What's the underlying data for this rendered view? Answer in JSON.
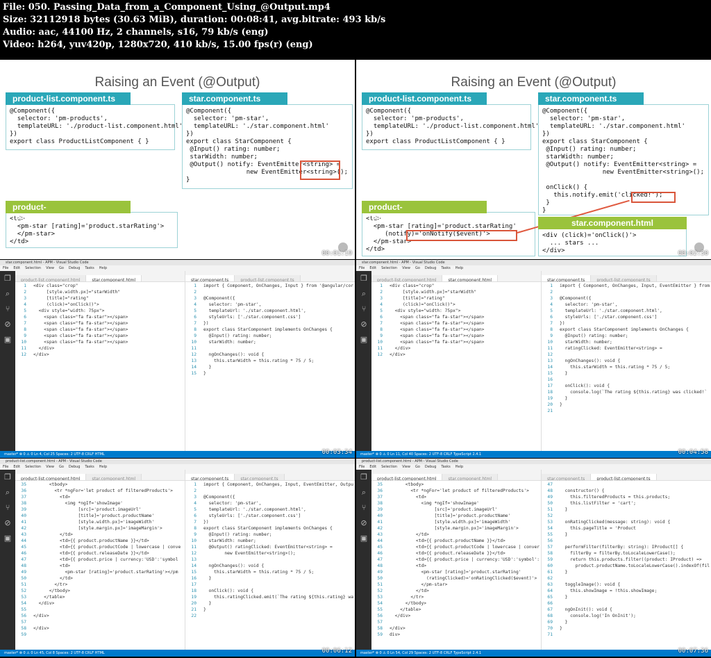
{
  "header": {
    "file": "File: 050. Passing_Data_from_a_Component_Using_@Output.mp4",
    "size": "Size: 32112918 bytes (30.63 MiB), duration: 00:08:41, avg.bitrate: 493 kb/s",
    "audio": "Audio: aac, 44100 Hz, 2 channels, s16, 79 kb/s (eng)",
    "video": "Video: h264, yuv420p, 1280x720, 410 kb/s, 15.00 fps(r) (eng)"
  },
  "timestamps": [
    "00:01:19",
    "00:02:30",
    "00:03:34",
    "00:04:58",
    "00:06:12",
    "00:07:36"
  ],
  "slides": {
    "title": "Raising an Event (@Output)",
    "label_product_list_ts": "product-list.component.ts",
    "label_star_ts": "star.component.ts",
    "label_product_list_html": "product-list.component.html",
    "label_star_html": "star.component.html",
    "product_list_ts_code": "@Component({\n  selector: 'pm-products',\n  templateURL: './product-list.component.html'\n})\nexport class ProductListComponent { }",
    "star_ts_code_1": "@Component({\n  selector: 'pm-star',\n  templateURL: './star.component.html'\n})\nexport class StarComponent {\n @Input() rating: number;\n starWidth: number;\n @Output() notify: EventEmitter<string> =\n                new EventEmitter<string>();\n}",
    "star_ts_code_2": "@Component({\n  selector: 'pm-star',\n  templateURL: './star.component.html'\n})\nexport class StarComponent {\n @Input() rating: number;\n starWidth: number;\n @Output() notify: EventEmitter<string> =\n                new EventEmitter<string>();\n\n onClick() {\n   this.notify.emit('clicked!');\n }\n}",
    "product_list_html_code_1": "<td>\n  <pm-star [rating]='product.starRating'>\n  </pm-star>\n</td>",
    "product_list_html_code_2": "<td>\n  <pm-star [rating]='product.starRating'\n     (notify)='onNotify($event)'>\n  </pm-star>\n</td>",
    "star_html_code": "<div (click)='onClick()'>\n  ... stars ...\n</div>"
  },
  "vscode": {
    "title_star": "star.component.html - APM - Visual Studio Code",
    "title_pl": "product-list.component.html - APM - Visual Studio Code",
    "menu": [
      "File",
      "Edit",
      "Selection",
      "View",
      "Go",
      "Debug",
      "Tasks",
      "Help"
    ],
    "tabs_left_1": [
      "product-list.component.html",
      "star.component.html"
    ],
    "tabs_right_1": [
      "star.component.ts",
      "product-list.component.ts"
    ],
    "tabs_left_3": [
      "product-list.component.html",
      "star.component.html"
    ],
    "tabs_right_3": [
      "star.component.ts",
      "star.component.ts",
      "product-list.component.ts"
    ],
    "status_1": "master*   ⊗ 0 ⚠ 0                                                                 Ln 4, Col 25   Spaces: 2   UTF-8   CRLF   HTML",
    "status_2": "master*   ⊗ 0 ⚠ 0                                                                 Ln 11, Col 40   Spaces: 2   UTF-8   CRLF   TypeScript  2.4.1",
    "status_3": "master*   ⊗ 0 ⚠ 0                                                                 Ln 45, Col 8   Spaces: 2   UTF-8   CRLF   HTML",
    "status_4": "master*   ⊗ 0 ⚠ 0                                                                 Ln 54, Col 29   Spaces: 2   UTF-8   CRLF   TypeScript  2.4.1",
    "star_html": [
      [
        "1",
        "<div class=\"crop\""
      ],
      [
        "2",
        "     [style.width.px]=\"starWidth\""
      ],
      [
        "3",
        "     [title]=\"rating\""
      ],
      [
        "4",
        "     (click)=\"onClick()\">"
      ],
      [
        "5",
        "  <div style=\"width: 75px\">"
      ],
      [
        "6",
        "    <span class=\"fa fa-star\"></span>"
      ],
      [
        "7",
        "    <span class=\"fa fa-star\"></span>"
      ],
      [
        "8",
        "    <span class=\"fa fa-star\"></span>"
      ],
      [
        "9",
        "    <span class=\"fa fa-star\"></span>"
      ],
      [
        "10",
        "    <span class=\"fa fa-star\"></span>"
      ],
      [
        "11",
        "  </div>"
      ],
      [
        "12",
        "</div>"
      ]
    ],
    "star_ts_1": [
      [
        "1",
        "import { Component, OnChanges, Input } from '@angular/cor"
      ],
      [
        "2",
        ""
      ],
      [
        "3",
        "@Component({"
      ],
      [
        "4",
        "  selector: 'pm-star',"
      ],
      [
        "5",
        "  templateUrl: './star.component.html',"
      ],
      [
        "6",
        "  styleUrls: ['./star.component.css']"
      ],
      [
        "7",
        "})"
      ],
      [
        "8",
        "export class StarComponent implements OnChanges {"
      ],
      [
        "9",
        "  @Input() rating: number;"
      ],
      [
        "10",
        "  starWidth: number;"
      ],
      [
        "11",
        ""
      ],
      [
        "12",
        "  ngOnChanges(): void {"
      ],
      [
        "13",
        "    this.starWidth = this.rating * 75 / 5;"
      ],
      [
        "14",
        "  }"
      ],
      [
        "15",
        "}"
      ]
    ],
    "star_ts_2": [
      [
        "1",
        "import { Component, OnChanges, Input, EventEmitter } from"
      ],
      [
        "2",
        ""
      ],
      [
        "3",
        "@Component({"
      ],
      [
        "4",
        "  selector: 'pm-star',"
      ],
      [
        "5",
        "  templateUrl: './star.component.html',"
      ],
      [
        "6",
        "  styleUrls: ['./star.component.css']"
      ],
      [
        "7",
        "})"
      ],
      [
        "8",
        "export class StarComponent implements OnChanges {"
      ],
      [
        "9",
        "  @Input() rating: number;"
      ],
      [
        "10",
        "  starWidth: number;"
      ],
      [
        "11",
        "  ratingClicked: EventEmitter<string> ="
      ],
      [
        "12",
        ""
      ],
      [
        "13",
        "  ngOnChanges(): void {"
      ],
      [
        "14",
        "    this.starWidth = this.rating * 75 / 5;"
      ],
      [
        "15",
        "  }"
      ],
      [
        "16",
        ""
      ],
      [
        "17",
        "  onClick(): void {"
      ],
      [
        "18",
        "    console.log(`The rating ${this.rating} was clicked!`"
      ],
      [
        "19",
        "  }"
      ],
      [
        "20",
        "}"
      ],
      [
        "21",
        ""
      ]
    ],
    "pl_html_1": [
      [
        "35",
        "      <tbody>"
      ],
      [
        "36",
        "        <tr *ngFor='let product of filteredProducts'>"
      ],
      [
        "37",
        "          <td>"
      ],
      [
        "38",
        "            <img *ngIf='showImage'"
      ],
      [
        "39",
        "                 [src]='product.imageUrl'"
      ],
      [
        "40",
        "                 [title]='product.productName'"
      ],
      [
        "41",
        "                 [style.width.px]='imageWidth'"
      ],
      [
        "42",
        "                 [style.margin.px]='imageMargin'>"
      ],
      [
        "43",
        "          </td>"
      ],
      [
        "44",
        "          <td>{{ product.productName }}</td>"
      ],
      [
        "45",
        "          <td>{{ product.productCode | lowercase | conve"
      ],
      [
        "46",
        "          <td>{{ product.releaseDate }}</td>"
      ],
      [
        "47",
        "          <td>{{ product.price | currency:'USD':'symbol"
      ],
      [
        "48",
        "          <td>"
      ],
      [
        "49",
        "            <pm-star [rating]='product.starRating'></pm"
      ],
      [
        "50",
        "          </td>"
      ],
      [
        "51",
        "        </tr>"
      ],
      [
        "52",
        "      </tbody>"
      ],
      [
        "53",
        "    </table>"
      ],
      [
        "54",
        "  </div>"
      ],
      [
        "55",
        ""
      ],
      [
        "56",
        "</div>"
      ],
      [
        "57",
        ""
      ],
      [
        "58",
        "</div>"
      ],
      [
        "59",
        ""
      ]
    ],
    "star_ts_3": [
      [
        "1",
        "import { Component, OnChanges, Input, EventEmitter, Outpu"
      ],
      [
        "2",
        ""
      ],
      [
        "3",
        "@Component({"
      ],
      [
        "4",
        "  selector: 'pm-star',"
      ],
      [
        "5",
        "  templateUrl: './star.component.html',"
      ],
      [
        "6",
        "  styleUrls: ['./star.component.css']"
      ],
      [
        "7",
        "})"
      ],
      [
        "8",
        "export class StarComponent implements OnChanges {"
      ],
      [
        "9",
        "  @Input() rating: number;"
      ],
      [
        "10",
        "  starWidth: number;"
      ],
      [
        "11",
        "  @Output() ratingClicked: EventEmitter<string> ="
      ],
      [
        "12",
        "        new EventEmitter<string>();"
      ],
      [
        "13",
        ""
      ],
      [
        "14",
        "  ngOnChanges(): void {"
      ],
      [
        "15",
        "    this.starWidth = this.rating * 75 / 5;"
      ],
      [
        "16",
        "  }"
      ],
      [
        "17",
        ""
      ],
      [
        "18",
        "  onClick(): void {"
      ],
      [
        "19",
        "    this.ratingClicked.emit(`The rating ${this.rating} wa"
      ],
      [
        "20",
        "  }"
      ],
      [
        "21",
        "}"
      ],
      [
        "22",
        ""
      ]
    ],
    "pl_html_2": [
      [
        "35",
        "      <tbody>"
      ],
      [
        "36",
        "        <tr *ngFor='let product of filteredProducts'>"
      ],
      [
        "37",
        "          <td>"
      ],
      [
        "38",
        "            <img *ngIf='showImage'"
      ],
      [
        "39",
        "                 [src]='product.imageUrl'"
      ],
      [
        "40",
        "                 [title]='product.productName'"
      ],
      [
        "41",
        "                 [style.width.px]='imageWidth'"
      ],
      [
        "42",
        "                 [style.margin.px]='imageMargin'>"
      ],
      [
        "43",
        "          </td>"
      ],
      [
        "44",
        "          <td>{{ product.productName }}</td>"
      ],
      [
        "45",
        "          <td>{{ product.productCode | lowercase | conver"
      ],
      [
        "46",
        "          <td>{{ product.releaseDate }}</td>"
      ],
      [
        "47",
        "          <td>{{ product.price | currency:'USD':'symbol':"
      ],
      [
        "48",
        "          <td>"
      ],
      [
        "49",
        "            <pm-star [rating]='product.starRating'"
      ],
      [
        "50",
        "              (ratingClicked)='onRatingClicked($event)'>"
      ],
      [
        "51",
        "            </pm-star>"
      ],
      [
        "52",
        "          </td>"
      ],
      [
        "53",
        "        </tr>"
      ],
      [
        "54",
        "      </tbody>"
      ],
      [
        "55",
        "    </table>"
      ],
      [
        "56",
        "  </div>"
      ],
      [
        "57",
        ""
      ],
      [
        "58",
        "</div>"
      ],
      [
        "59",
        "div>"
      ]
    ],
    "pl_ts": [
      [
        "47",
        ""
      ],
      [
        "48",
        "  constructor() {"
      ],
      [
        "49",
        "    this.filteredProducts = this.products;"
      ],
      [
        "50",
        "    this.listFilter = 'cart';"
      ],
      [
        "51",
        "  }"
      ],
      [
        "52",
        ""
      ],
      [
        "53",
        "  onRatingClicked(message: string): void {"
      ],
      [
        "54",
        "    this.pageTitle = 'Product"
      ],
      [
        "55",
        "  }"
      ],
      [
        "56",
        ""
      ],
      [
        "57",
        "  performFilter(filterBy: string): IProduct[] {"
      ],
      [
        "58",
        "    filterBy = filterBy.toLocaleLowerCase();"
      ],
      [
        "59",
        "    return this.products.filter((product: IProduct) =>"
      ],
      [
        "60",
        "      product.productName.toLocaleLowerCase().indexOf(fil"
      ],
      [
        "61",
        "  }"
      ],
      [
        "62",
        ""
      ],
      [
        "63",
        "  toggleImage(): void {"
      ],
      [
        "64",
        "    this.showImage = !this.showImage;"
      ],
      [
        "65",
        "  }"
      ],
      [
        "66",
        ""
      ],
      [
        "67",
        "  ngOnInit(): void {"
      ],
      [
        "68",
        "    console.log('In OnInit');"
      ],
      [
        "69",
        "  }"
      ],
      [
        "70",
        "}"
      ],
      [
        "71",
        ""
      ]
    ]
  }
}
